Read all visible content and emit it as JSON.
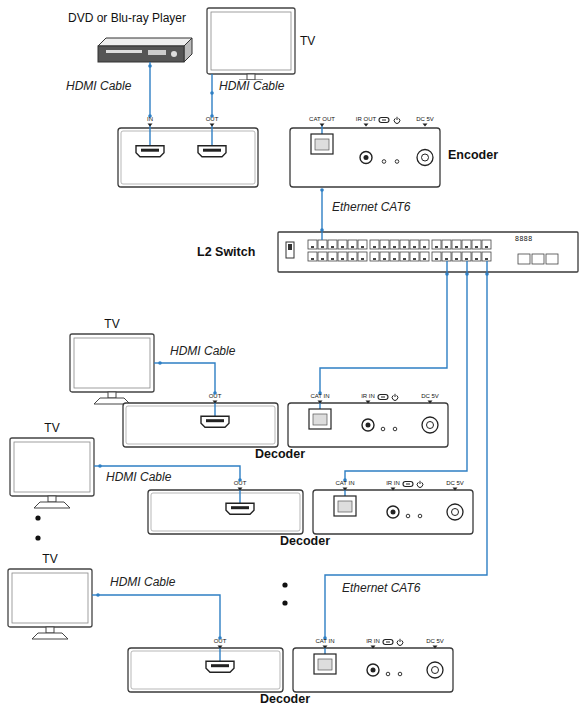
{
  "diagram": {
    "nodes": [
      {
        "text": [
          "DVD or Blu-ray Player"
        ]
      },
      {
        "text": [
          "TV"
        ]
      },
      {
        "text": [
          "IN",
          "OUT",
          "CAT OUT",
          "IR OUT",
          "DC 5V",
          "Encoder"
        ]
      },
      {
        "text": [
          "L2 Switch",
          "8888"
        ]
      },
      {
        "text": [
          "TV"
        ]
      },
      {
        "text": [
          "OUT",
          "CAT IN",
          "IR IN",
          "DC 5V",
          "Decoder"
        ]
      },
      {
        "text": [
          "TV"
        ]
      },
      {
        "text": [
          "OUT",
          "CAT IN",
          "IR IN",
          "DC 5V",
          "Decoder"
        ]
      },
      {
        "text": [
          "TV"
        ]
      },
      {
        "text": [
          "OUT",
          "CAT IN",
          "IR IN",
          "DC 5V",
          "Decoder"
        ]
      }
    ],
    "edges": [
      {
        "from": 0,
        "to": 2,
        "arrow": "none",
        "label": "HDMI Cable"
      },
      {
        "from": 2,
        "to": 1,
        "arrow": "none",
        "label": "HDMI Cable"
      },
      {
        "from": 2,
        "to": 3,
        "arrow": "none",
        "label": "Ethernet CAT6"
      },
      {
        "from": 3,
        "to": 5,
        "arrow": "none"
      },
      {
        "from": 3,
        "to": 7,
        "arrow": "none"
      },
      {
        "from": 3,
        "to": 9,
        "arrow": "none",
        "label": "Ethernet CAT6"
      },
      {
        "from": 5,
        "to": 4,
        "arrow": "none",
        "label": "HDMI Cable"
      },
      {
        "from": 7,
        "to": 6,
        "arrow": "none",
        "label": "HDMI Cable"
      },
      {
        "from": 9,
        "to": 8,
        "arrow": "none",
        "label": "HDMI Cable"
      }
    ]
  }
}
